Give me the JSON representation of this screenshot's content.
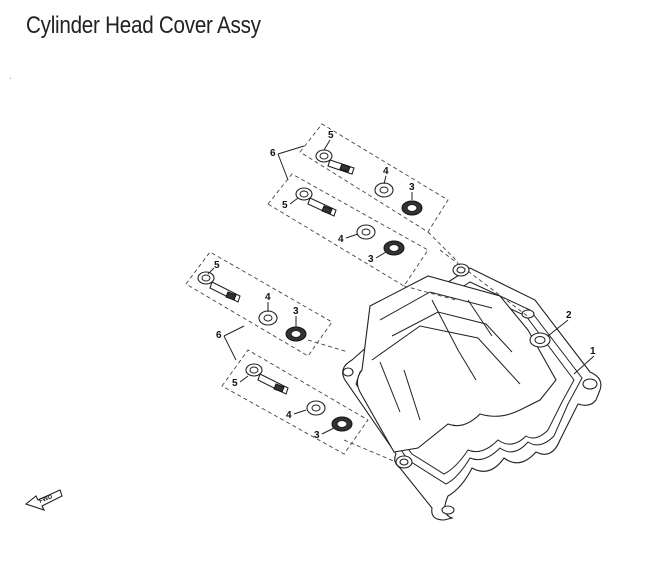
{
  "title": "Cylinder Head Cover Assy",
  "callouts": {
    "cover": "1",
    "grommet": "2",
    "seal_a": "3",
    "seal_b": "3",
    "seal_c": "3",
    "seal_d": "3",
    "washer_a": "4",
    "washer_b": "4",
    "washer_c": "4",
    "washer_d": "4",
    "bolt_a": "5",
    "bolt_b": "5",
    "bolt_c": "5",
    "bolt_d": "5",
    "group_upper": "6",
    "group_lower": "6"
  },
  "direction": {
    "label": "FWD",
    "icon": "fwd-arrow-icon"
  }
}
